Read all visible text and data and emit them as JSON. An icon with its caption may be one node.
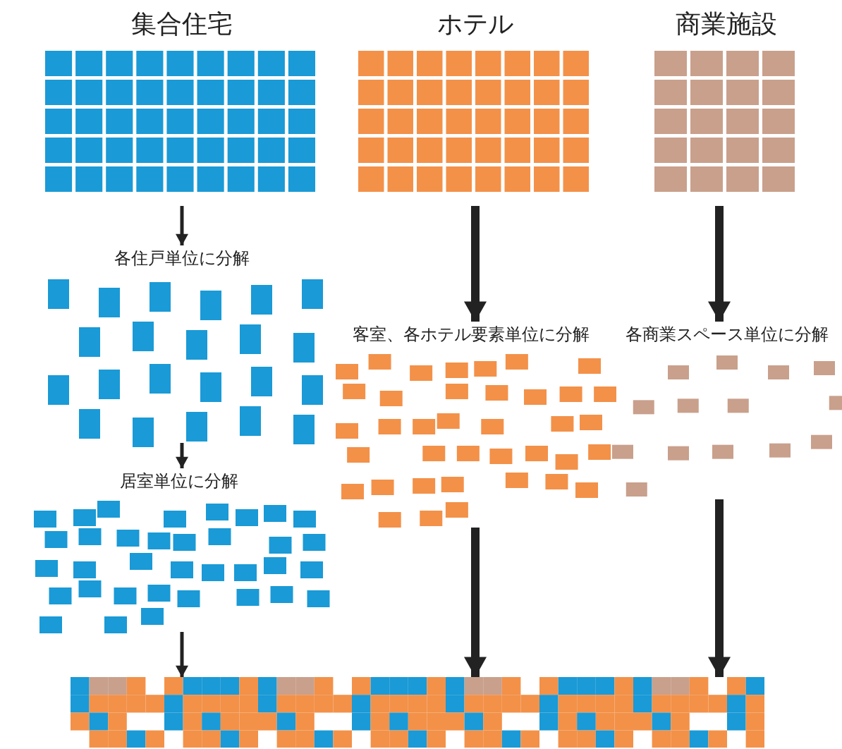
{
  "diagram": {
    "nodes": [
      {
        "text": [
          "集合住宅"
        ]
      },
      {
        "text": [
          "ホテル"
        ]
      },
      {
        "text": [
          "商業施設"
        ]
      },
      {
        "text": [
          "各住戸単位に分解"
        ]
      },
      {
        "text": [
          "客室、各ホテル要素単位に分解"
        ]
      },
      {
        "text": [
          "各商業スペース単位に分解"
        ]
      },
      {
        "text": [
          "居室単位に分解"
        ]
      },
      {
        "text": [],
        "shape": "picture"
      }
    ],
    "edges": [
      {
        "from": 0,
        "to": 3,
        "arrow": "to"
      },
      {
        "from": 3,
        "to": 6,
        "arrow": "to"
      },
      {
        "from": 6,
        "to": 7,
        "arrow": "to"
      },
      {
        "from": 1,
        "to": 4,
        "arrow": "to"
      },
      {
        "from": 2,
        "to": 5,
        "arrow": "to"
      },
      {
        "from": 4,
        "to": 7,
        "arrow": "to"
      },
      {
        "from": 5,
        "to": 7,
        "arrow": "to"
      }
    ]
  }
}
